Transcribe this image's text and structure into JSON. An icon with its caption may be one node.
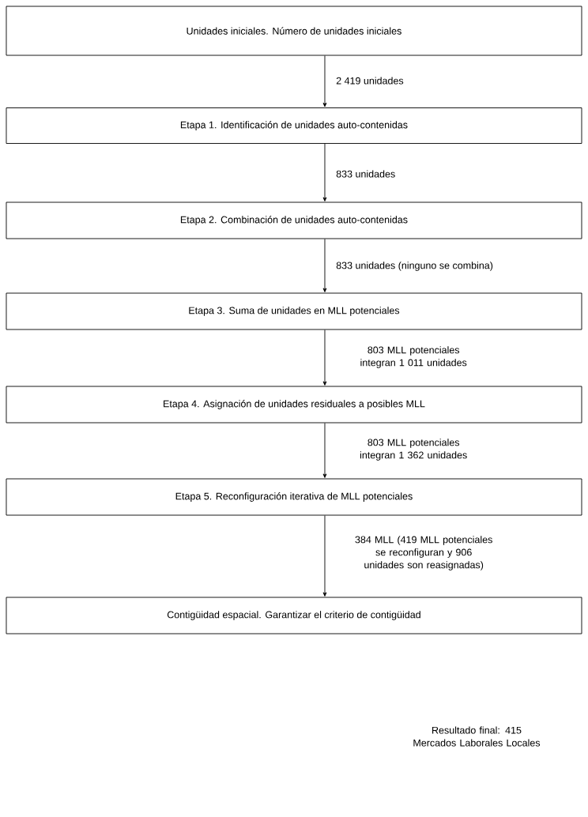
{
  "diagram": {
    "nodes": [
      {
        "text": [
          "Unidades iniciales. Número de unidades iniciales"
        ]
      },
      {
        "text": [
          "Etapa 1. Identificación de unidades auto-contenidas"
        ]
      },
      {
        "text": [
          "Etapa 2. Combinación de unidades auto-contenidas"
        ]
      },
      {
        "text": [
          "Etapa 3. Suma de unidades en MLL potenciales"
        ]
      },
      {
        "text": [
          "Etapa 4. Asignación de unidades residuales a posibles MLL"
        ]
      },
      {
        "text": [
          "Etapa 5. Reconfiguración iterativa de MLL potenciales"
        ]
      },
      {
        "text": [
          "Contigüidad espacial. Garantizar el criterio de contigüidad"
        ]
      }
    ],
    "edges": [
      {
        "from": 0,
        "to": 1,
        "arrow": "to",
        "label": "2 419 unidades"
      },
      {
        "from": 1,
        "to": 2,
        "arrow": "to",
        "label": "833 unidades"
      },
      {
        "from": 2,
        "to": 3,
        "arrow": "to",
        "label": "833 unidades (ninguno se combina)"
      },
      {
        "from": 3,
        "to": 4,
        "arrow": "to",
        "label": "803 MLL potenciales integran 1 011 unidades"
      },
      {
        "from": 4,
        "to": 5,
        "arrow": "to",
        "label": "803 MLL potenciales integran 1 362 unidades"
      },
      {
        "from": 5,
        "to": 6,
        "arrow": "to",
        "label": "384 MLL (419 MLL potenciales se reconfiguran y 906 unidades son reasignadas)"
      }
    ],
    "labels": [
      "Resultado final: 415 Mercados Laborales Locales"
    ]
  }
}
